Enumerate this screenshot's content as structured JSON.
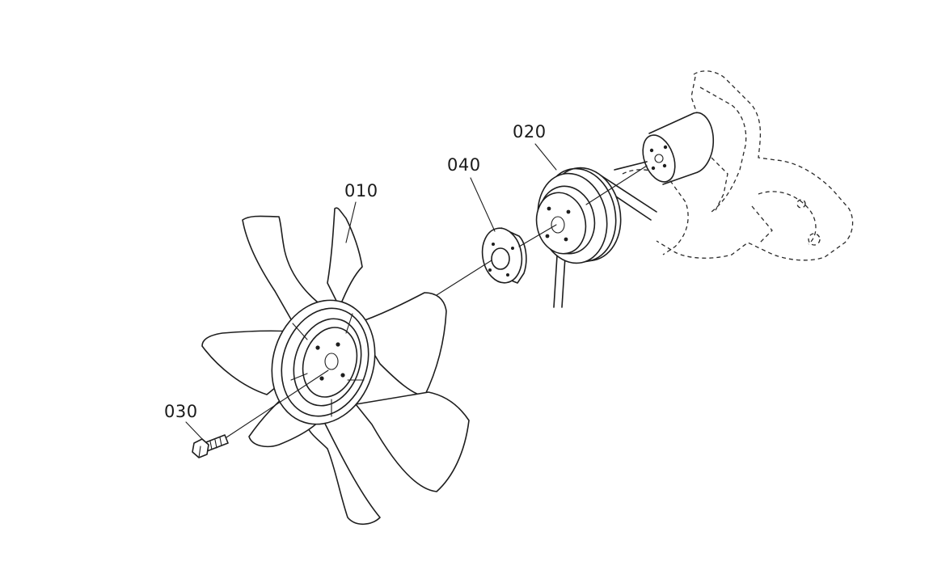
{
  "diagram": {
    "labels": {
      "fan": "010",
      "water_pump_pulley": "020",
      "bolt": "030",
      "spacer": "040"
    },
    "colors": {
      "line": "#1e1e1e",
      "background": "#ffffff"
    }
  }
}
